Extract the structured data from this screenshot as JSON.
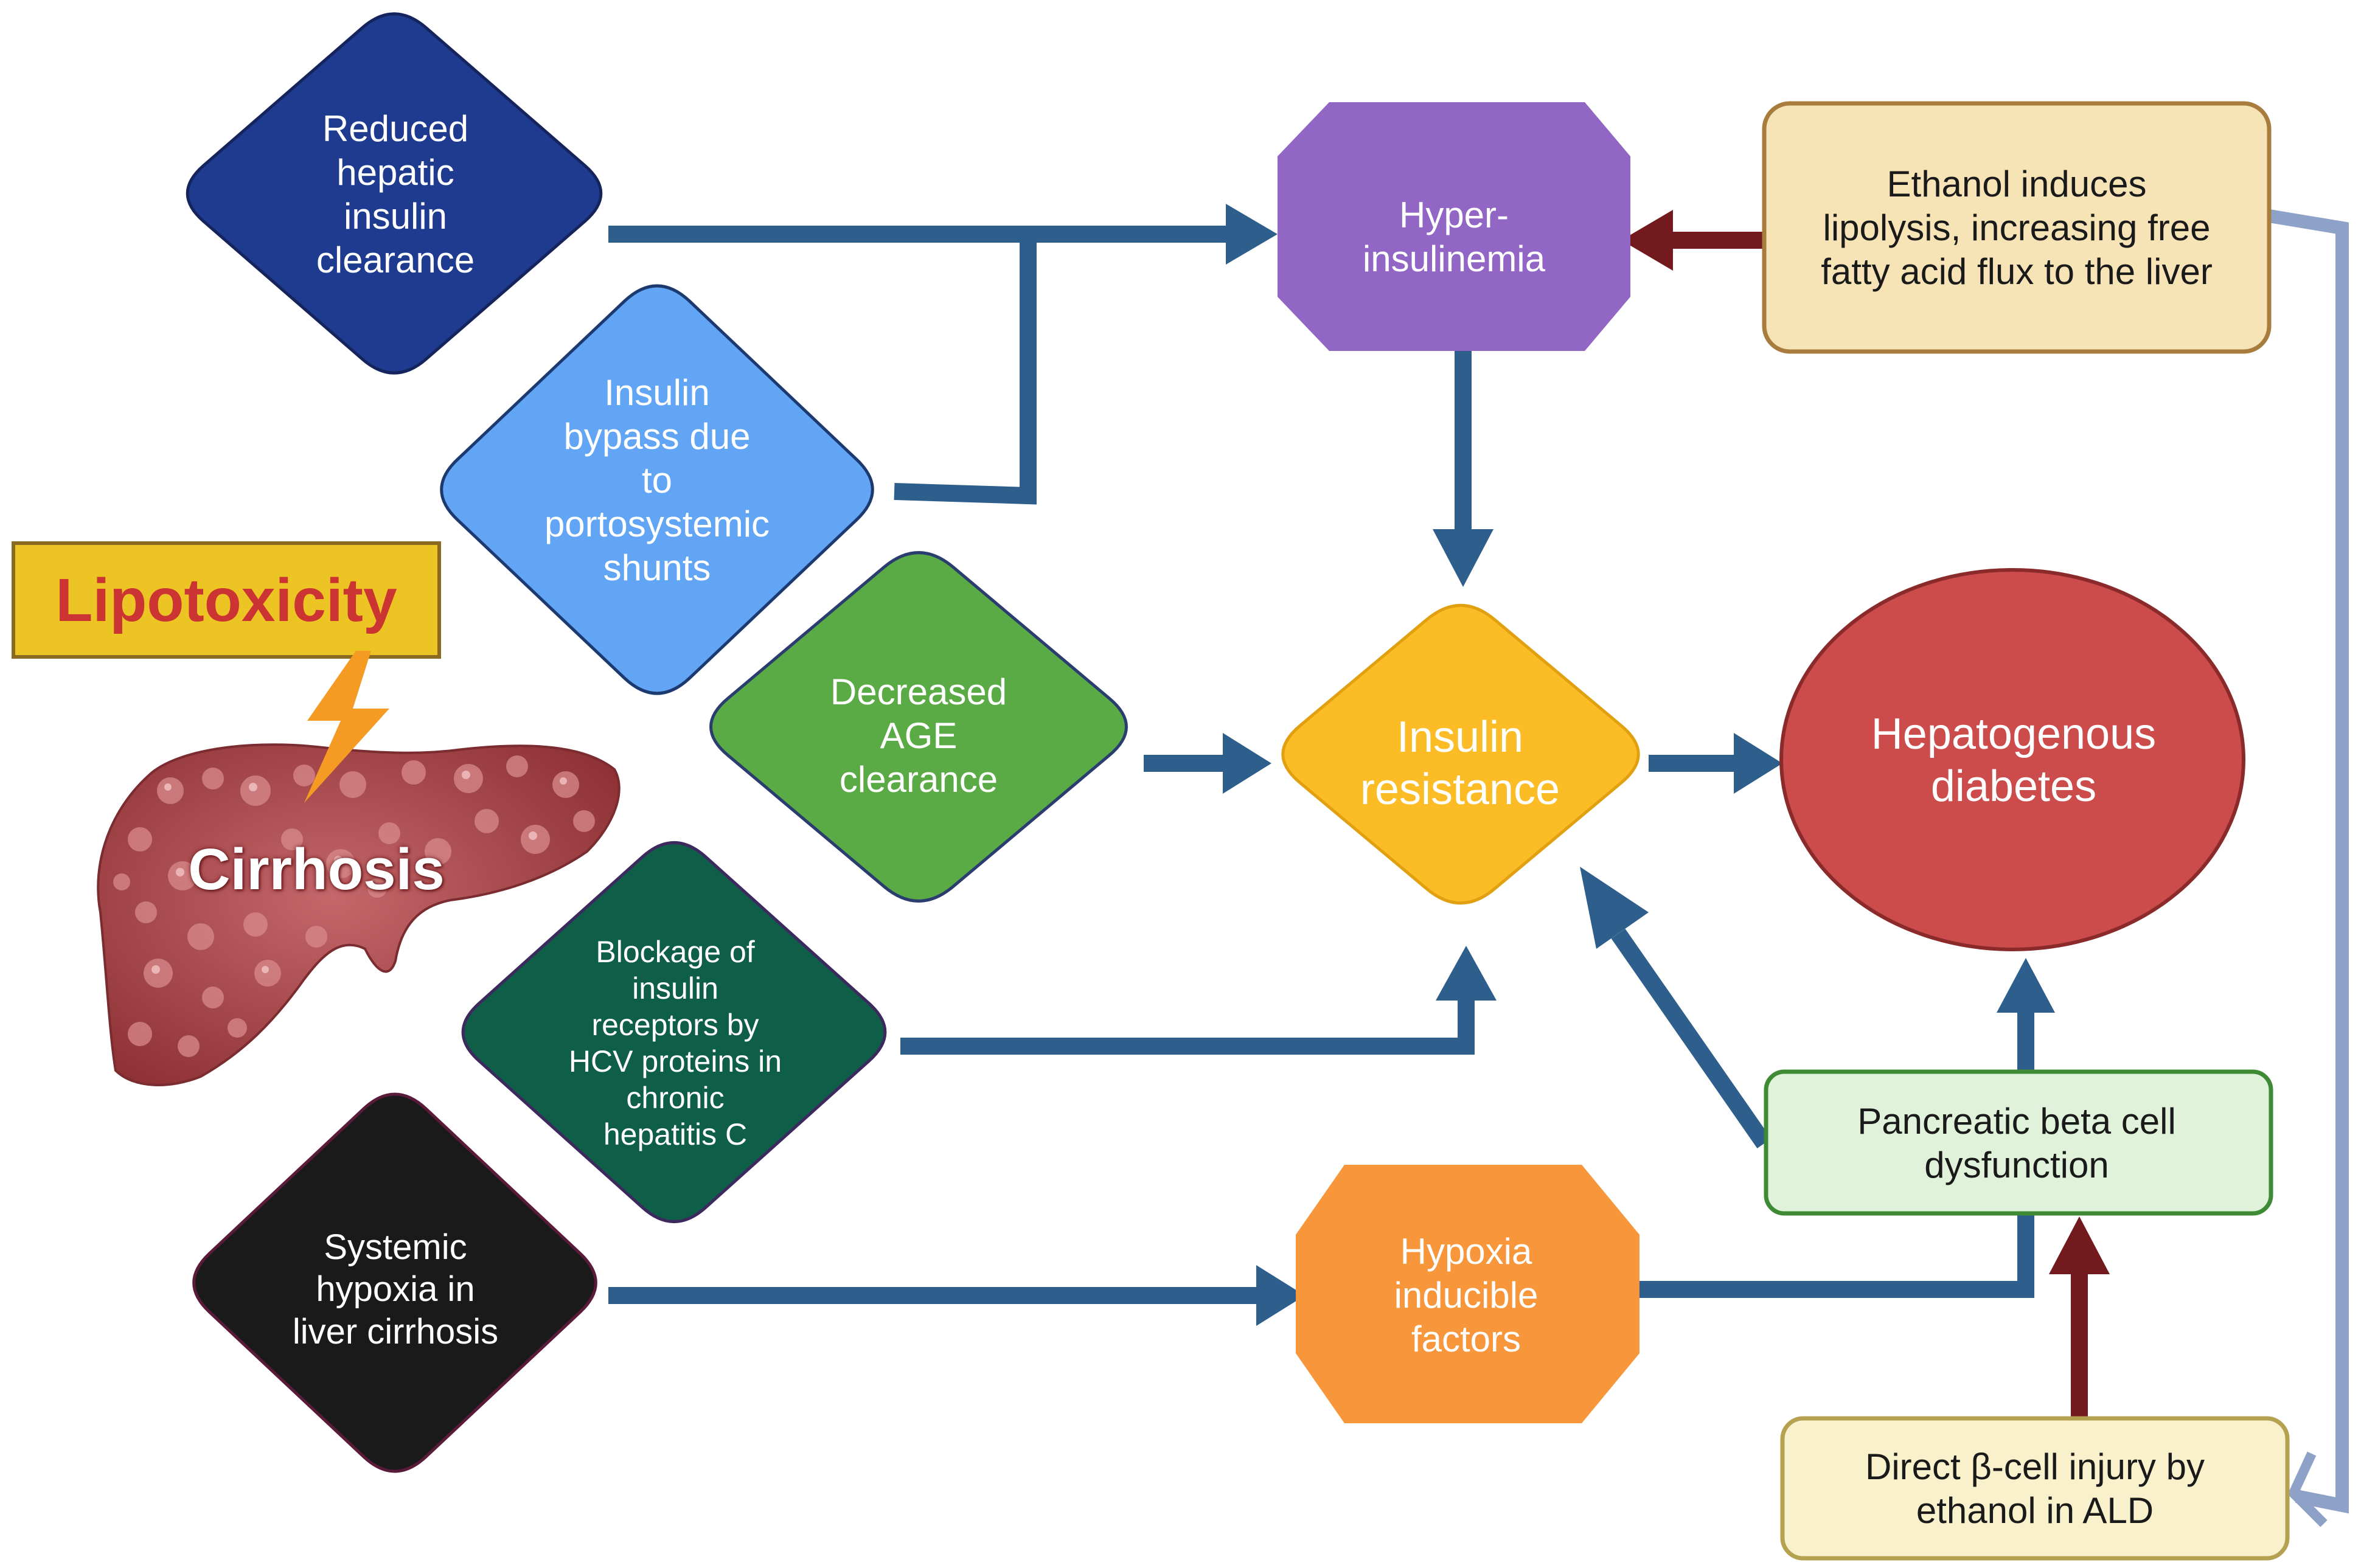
{
  "nodes": {
    "reduced_clearance": {
      "label": "Reduced\nhepatic\ninsulin\nclearance",
      "fill": "#1f3b8f"
    },
    "insulin_bypass": {
      "label": "Insulin\nbypass due\nto\nportosystemic\nshunts",
      "fill": "#62a5f5"
    },
    "decreased_age": {
      "label": "Decreased\nAGE\nclearance",
      "fill": "#5aab46"
    },
    "blockage_hcv": {
      "label": "Blockage of\ninsulin\nreceptors by\nHCV proteins in\nchronic\nhepatitis C",
      "fill": "#0e5e48"
    },
    "systemic_hypoxia": {
      "label": "Systemic\nhypoxia in\nliver cirrhosis",
      "fill": "#1a1a1a"
    },
    "hyperinsulinemia": {
      "label": "Hyper-\ninsulinemia",
      "fill": "#9166c4"
    },
    "insulin_resistance": {
      "label": "Insulin\nresistance",
      "fill": "#fbbc26"
    },
    "hypoxia_factors": {
      "label": "Hypoxia\ninducible\nfactors",
      "fill": "#f7963b"
    },
    "hepatogenous_diabetes": {
      "label": "Hepatogenous\ndiabetes",
      "fill": "#cc4b4b"
    },
    "ethanol_lipolysis": {
      "label": "Ethanol induces\nlipolysis, increasing free\nfatty acid flux to the liver",
      "fill": "#f6e4b7"
    },
    "pancreatic_dysfunction": {
      "label": "Pancreatic beta cell\ndysfunction",
      "fill": "#e0f3da"
    },
    "direct_injury": {
      "label": "Direct β-cell injury by\nethanol in ALD",
      "fill": "#f8f1cc"
    }
  },
  "lipotoxicity": {
    "label": "Lipotoxicity",
    "fill": "#ecc424",
    "text_color": "#cc3333"
  },
  "cirrhosis": {
    "label": "Cirrhosis",
    "liver_color": "#b55357"
  },
  "colors": {
    "blue_arrow": "#2e5f8c",
    "red_arrow": "#721a1d",
    "grey_arrow": "#8ea2c8"
  }
}
